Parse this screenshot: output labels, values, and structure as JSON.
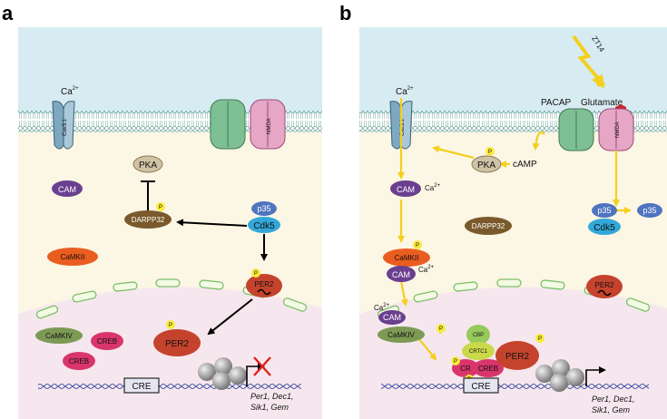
{
  "panels": {
    "a": {
      "letter": "a"
    },
    "b": {
      "letter": "b"
    }
  },
  "labels": {
    "ca2": "Ca",
    "ca2_sup": "2+",
    "cav31": "Cav3.1",
    "nmda": "NMDA",
    "pka": "PKA",
    "cam": "CAM",
    "darpp32": "DARPP32",
    "p": "P",
    "p35": "p35",
    "cdk5": "Cdk5",
    "camkii": "CaMKII",
    "camkiv": "CaMKIV",
    "per2": "PER2",
    "creb": "CREB",
    "cre": "CRE",
    "camp": "cAMP",
    "pacap": "PACAP",
    "glutamate": "Glutamate",
    "zt14": "ZT14",
    "cbp": "CBP",
    "crtc1": "CRTC1",
    "cr": "CR"
  },
  "genes": {
    "line1": "Per1, Dec1,",
    "line2": "Sik1, Gem",
    "b_line1": "Per1, Dec1,",
    "b_line2": "Sik1, Gem"
  },
  "colors": {
    "extracellular": "#d7ebf2",
    "cytoplasm": "#fcf6e4",
    "nucleus": "#f6e7ee",
    "membrane": "#6fa89a",
    "arrow_black": "#000000",
    "arrow_yellow": "#f4cf1c",
    "channel_blue": "#7ea7c0",
    "receptor_green": "#7fbf94",
    "receptor_pink": "#e6a6c6",
    "pka": "#cfc2a5",
    "cam": "#6b3f8f",
    "darpp32": "#7a5a2c",
    "p35": "#4f74c0",
    "cdk5": "#33a7d9",
    "camkii": "#ea5d20",
    "camkiv": "#7d9a55",
    "per2": "#c5432d",
    "creb": "#d9356b",
    "phospho": "#f7ec3a",
    "cbp": "#98c95b",
    "crtc1": "#c9d94a",
    "inhibition_red": "#e0201b"
  }
}
